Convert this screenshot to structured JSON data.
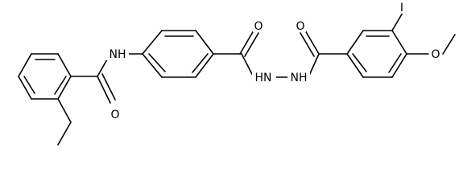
{
  "molecule": {
    "atoms": {
      "nh_amide": "NH",
      "o_amide": "O",
      "o_hydrazide_left": "O",
      "hn_hydrazide": "HN",
      "nh_hydrazide": "NH",
      "o_hydrazide_right": "O",
      "iodine": "I",
      "o_methoxy": "O"
    }
  }
}
